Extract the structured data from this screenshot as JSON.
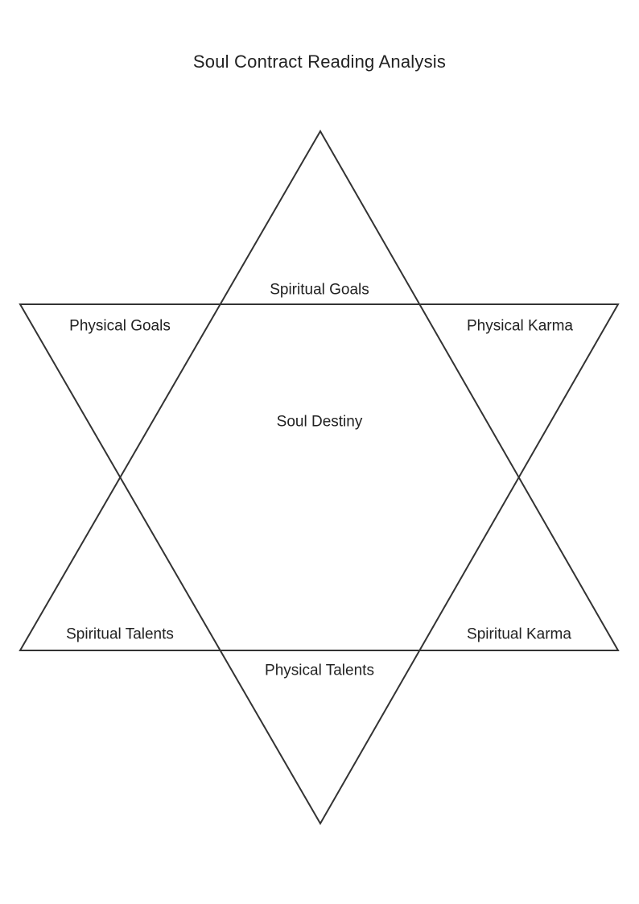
{
  "diagram": {
    "title": "Soul Contract Reading Analysis",
    "regions": {
      "spiritual_goals": "Spiritual Goals",
      "physical_goals": "Physical Goals",
      "physical_karma": "Physical Karma",
      "soul_destiny": "Soul Destiny",
      "spiritual_talents": "Spiritual Talents",
      "spiritual_karma": "Spiritual Karma",
      "physical_talents": "Physical Talents"
    },
    "line_color": "#333333"
  }
}
